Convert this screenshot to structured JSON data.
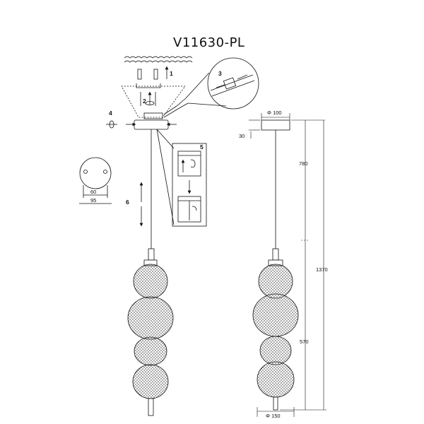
{
  "title": "V11630-PL",
  "steps": [
    "1",
    "2",
    "3",
    "4",
    "5",
    "6"
  ],
  "install_dims": {
    "hole_spacing": "60",
    "canopy_diameter": "95"
  },
  "product_dims": {
    "canopy_diameter": "Φ 100",
    "canopy_height": "30",
    "cable_length": "780",
    "total_height": "1370",
    "body_height": "570",
    "body_diameter": "Φ 150"
  }
}
